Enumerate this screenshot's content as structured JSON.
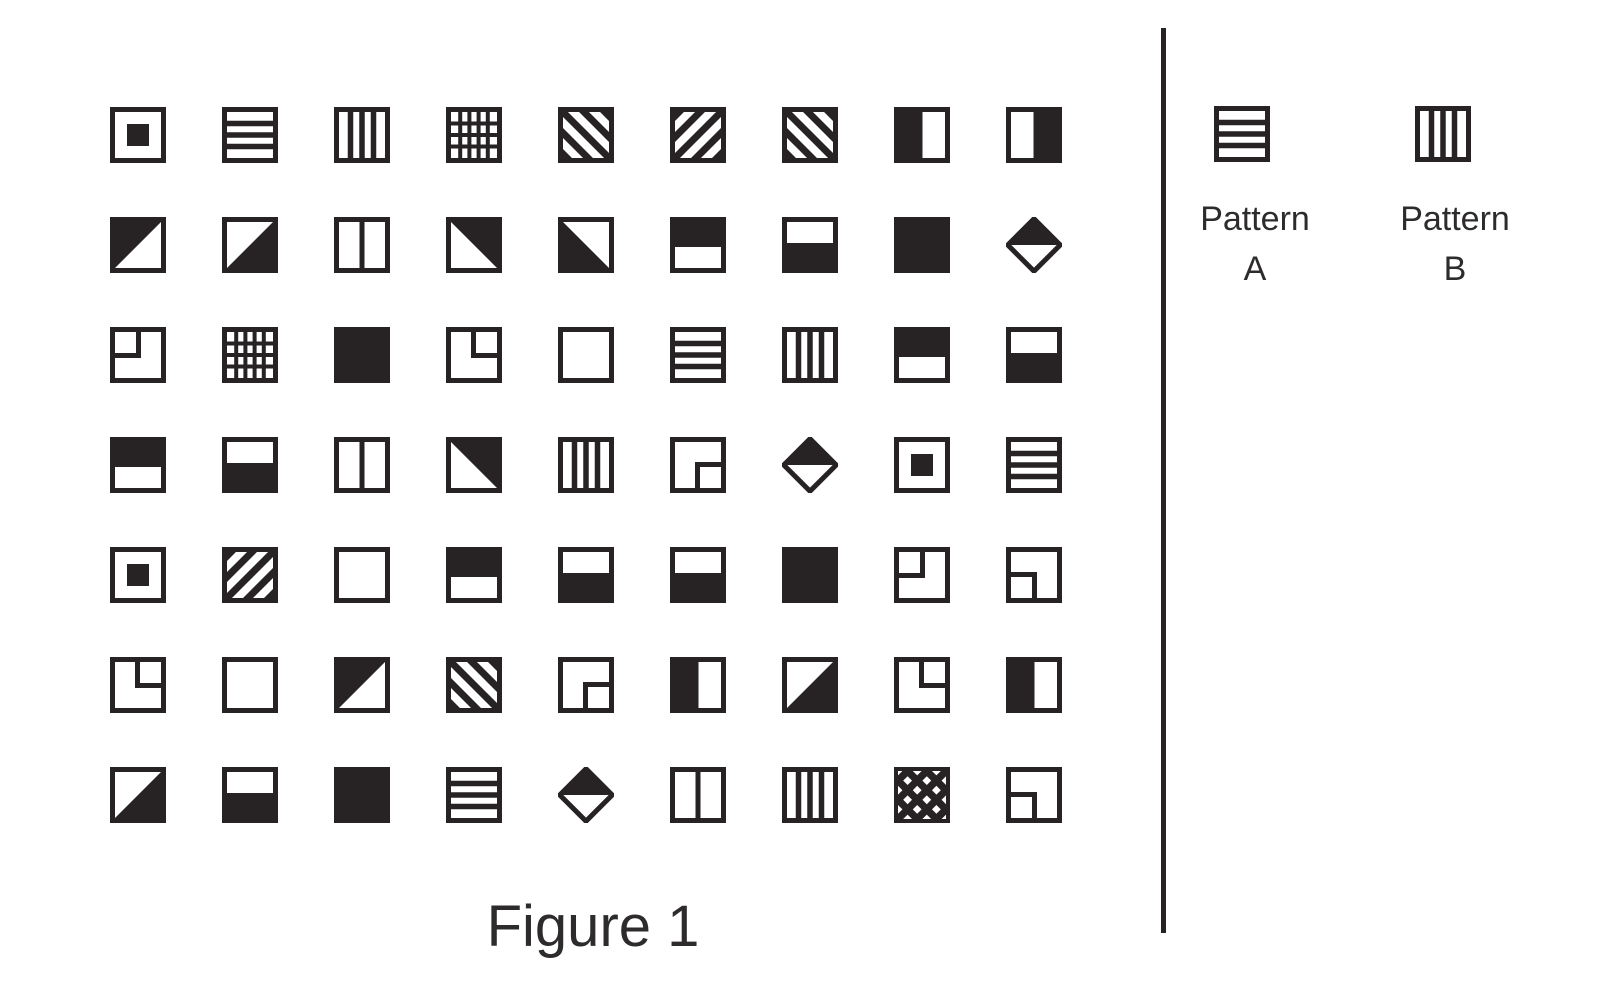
{
  "figure": {
    "caption": "Figure 1"
  },
  "grid": {
    "rows": [
      [
        "square-in-square",
        "h-stripes",
        "v-stripes",
        "grid-mesh",
        "diag-backslash",
        "diag-slash",
        "diag-backslash",
        "half-left",
        "half-right"
      ],
      [
        "tri-upper-left",
        "tri-lower-right",
        "v-split",
        "tri-upper-right",
        "tri-lower-left",
        "half-top",
        "half-bottom",
        "solid",
        "diamond-top"
      ],
      [
        "corner-top-left",
        "grid-mesh",
        "solid",
        "corner-top-right",
        "empty",
        "h-stripes",
        "v-stripes",
        "half-top",
        "half-bottom"
      ],
      [
        "half-top",
        "half-bottom",
        "v-split",
        "tri-upper-right",
        "v-stripes",
        "corner-bottom-right",
        "diamond-top",
        "square-in-square",
        "h-stripes"
      ],
      [
        "square-in-square",
        "diag-slash",
        "empty",
        "half-top",
        "half-bottom",
        "half-bottom",
        "solid",
        "corner-top-left",
        "corner-bottom-left"
      ],
      [
        "corner-top-right",
        "empty",
        "tri-upper-left",
        "diag-backslash",
        "corner-bottom-right",
        "half-left",
        "tri-lower-right",
        "corner-top-right",
        "half-left"
      ],
      [
        "tri-lower-right",
        "half-bottom",
        "solid",
        "h-stripes",
        "diamond-top",
        "v-split",
        "v-stripes",
        "lattice",
        "corner-bottom-left"
      ]
    ]
  },
  "legend": {
    "items": [
      {
        "pattern": "h-stripes",
        "label_line1": "Pattern",
        "label_line2": "A"
      },
      {
        "pattern": "v-stripes",
        "label_line1": "Pattern",
        "label_line2": "B"
      }
    ]
  },
  "colors": {
    "ink": "#272324",
    "text": "#2e2b2c",
    "background": "#ffffff"
  }
}
